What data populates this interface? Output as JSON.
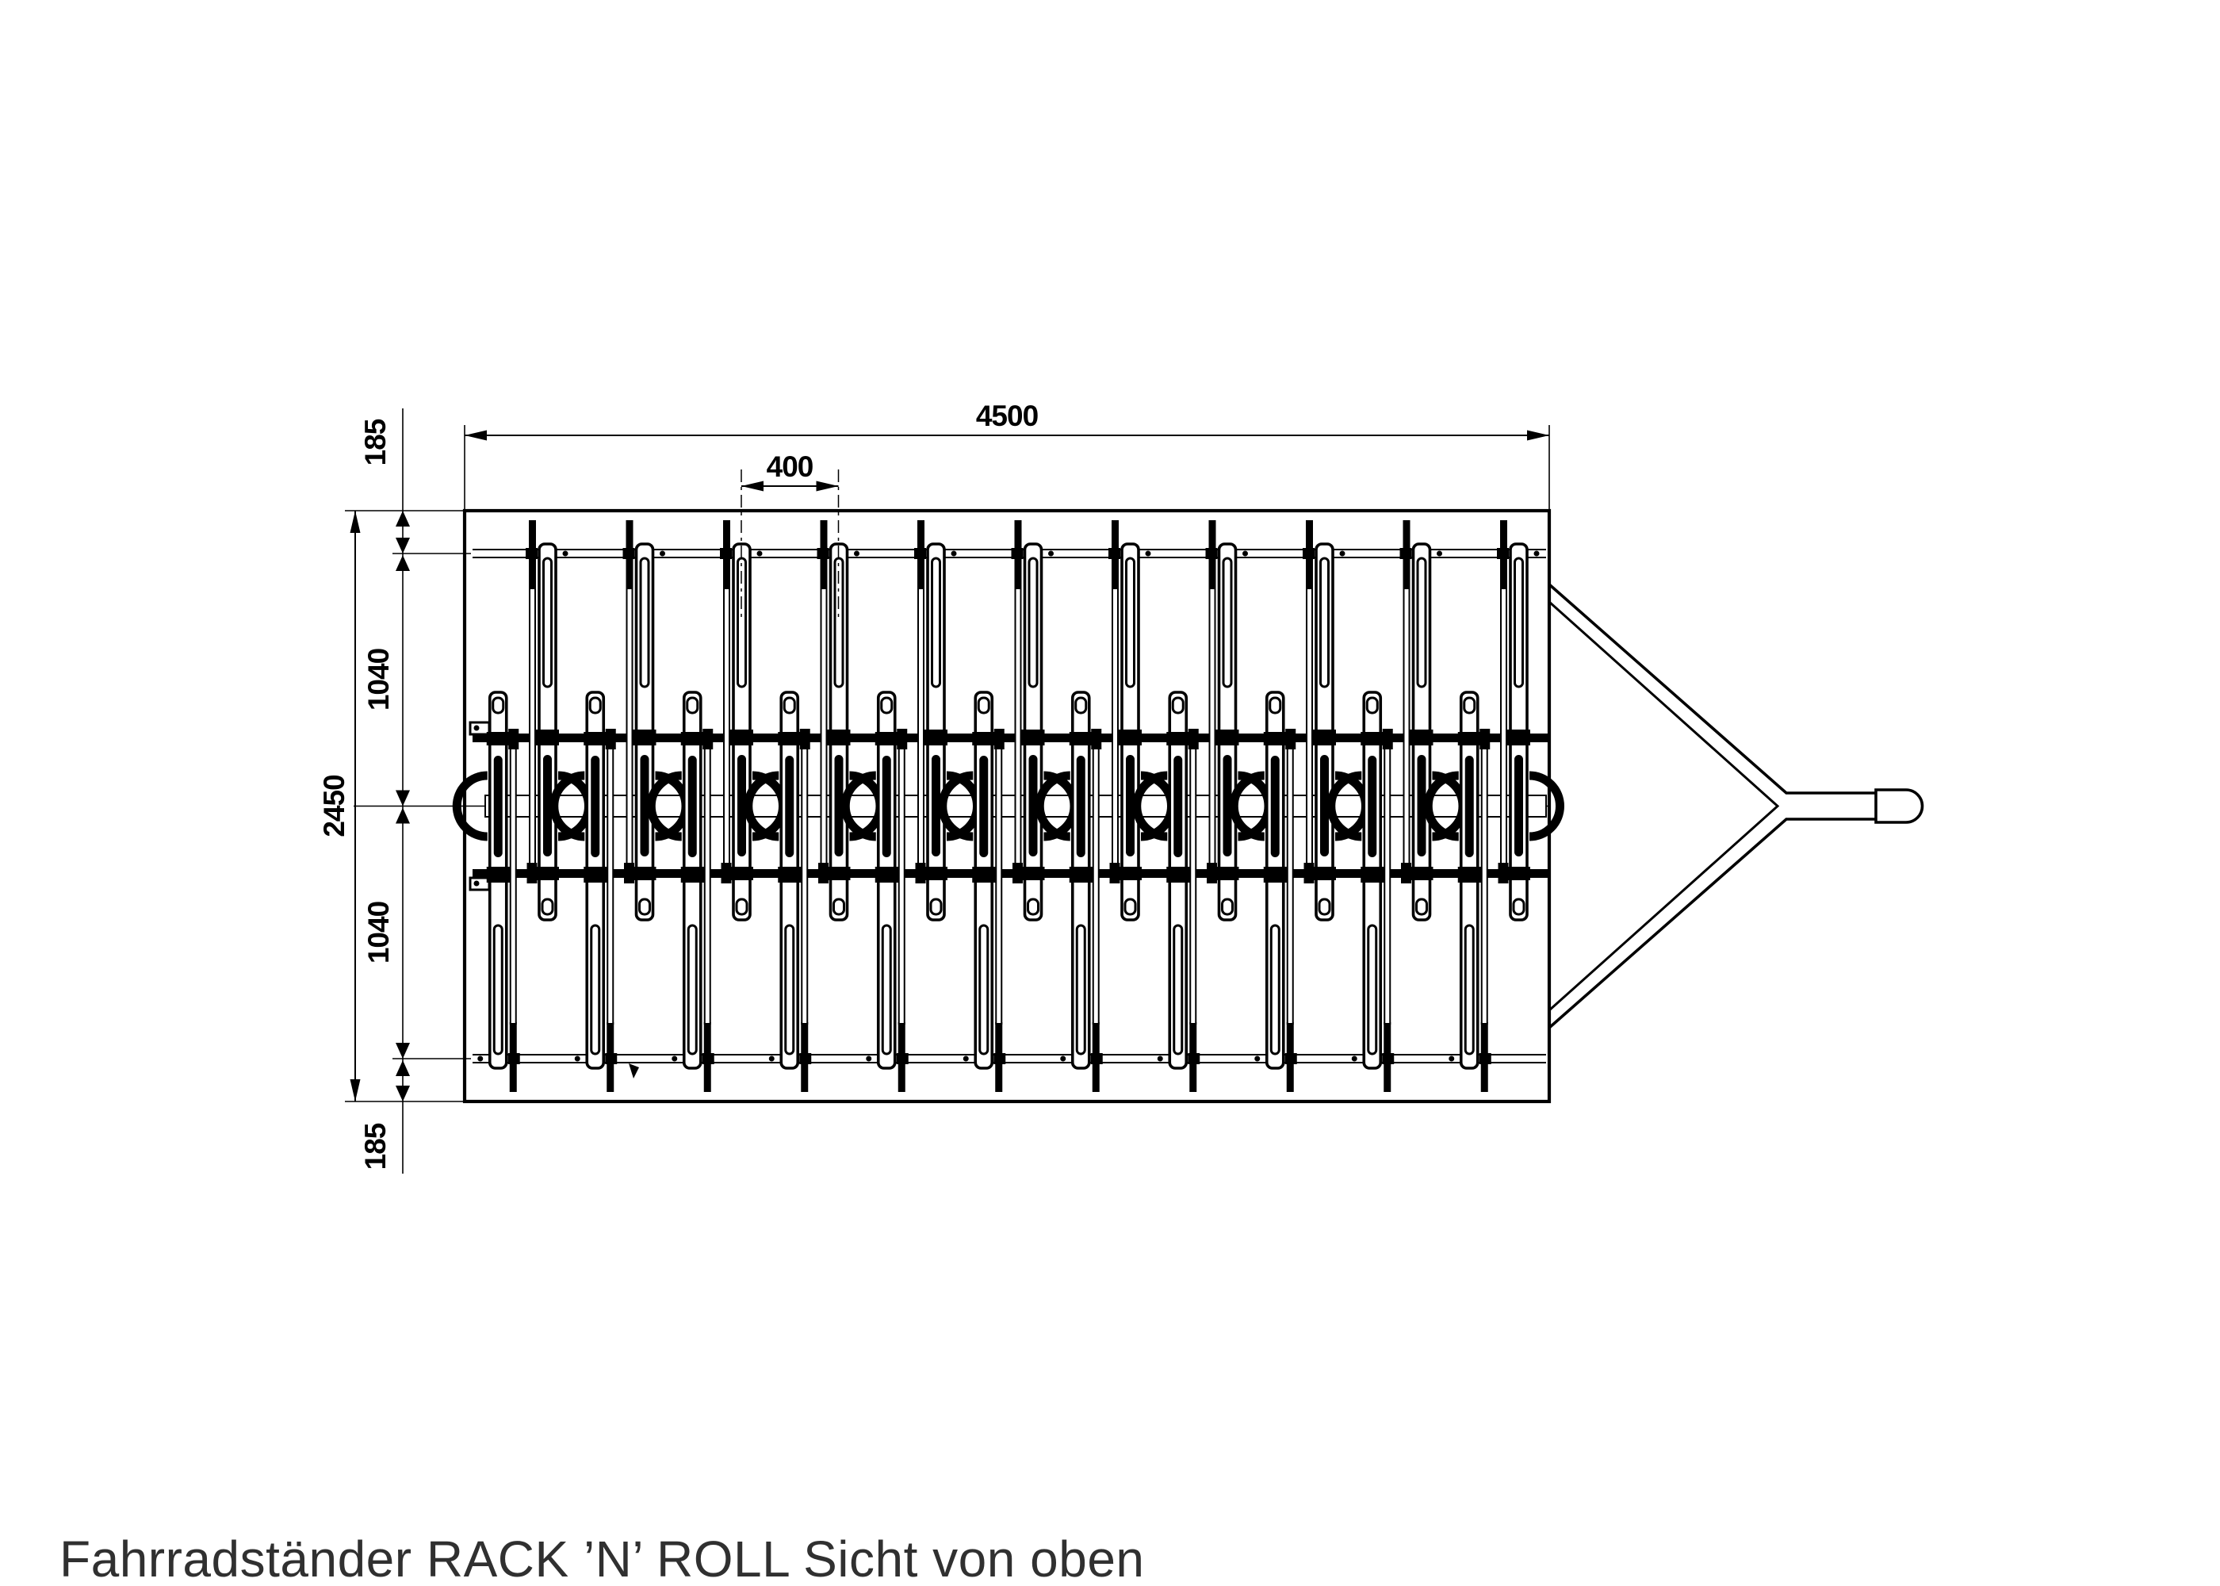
{
  "title": "Fahrradständer RACK ’N’ ROLL Sicht von oben",
  "drawing": {
    "view": "top view technical drawing",
    "line_color": "#000000",
    "background_color": "#ffffff",
    "bike_slots_top_row": 11,
    "bike_slots_bottom_row": 11
  },
  "dimensions": {
    "overall_width": "4500",
    "slot_pitch": "400",
    "overall_depth": "2450",
    "upper_half_depth": "1040",
    "lower_half_depth": "1040",
    "top_edge_offset": "185",
    "bottom_edge_offset": "185"
  }
}
